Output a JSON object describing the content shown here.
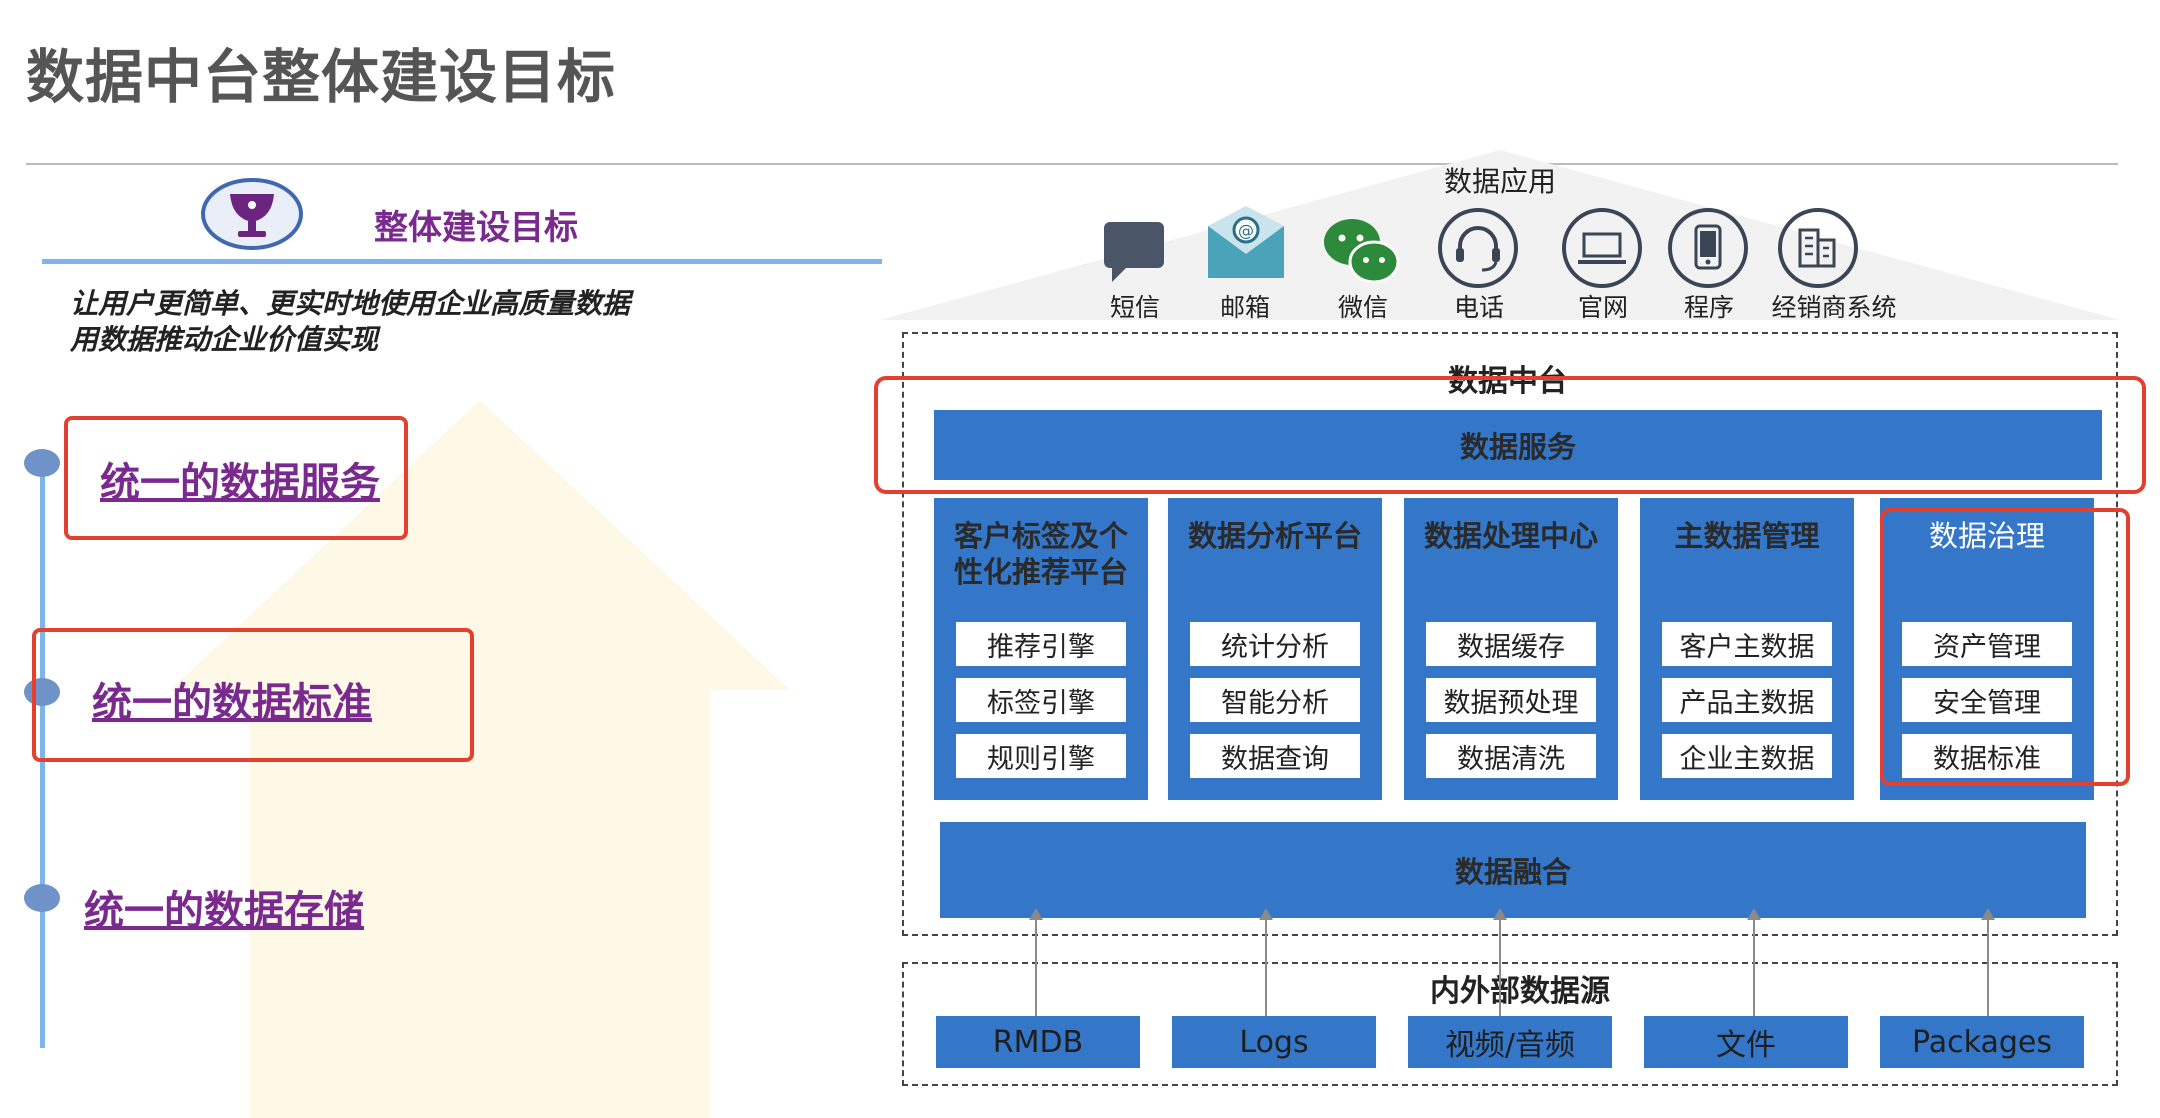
{
  "page_title": "数据中台整体建设目标",
  "goal": {
    "title": "整体建设目标",
    "lines": [
      "让用户更简单、更实时地使用企业高质量数据",
      "用数据推动企业价值实现"
    ]
  },
  "pillars": [
    {
      "label": "统一的数据服务"
    },
    {
      "label": "统一的数据标准"
    },
    {
      "label": "统一的数据存储"
    }
  ],
  "apps": {
    "title": "数据应用",
    "items": [
      {
        "label": "短信",
        "icon": "chat-bubble-icon"
      },
      {
        "label": "邮箱",
        "icon": "envelope-icon"
      },
      {
        "label": "微信",
        "icon": "wechat-icon"
      },
      {
        "label": "电话",
        "icon": "headset-icon"
      },
      {
        "label": "官网",
        "icon": "laptop-icon"
      },
      {
        "label": "程序",
        "icon": "mobile-icon"
      },
      {
        "label": "经销商系统",
        "icon": "building-icon"
      }
    ]
  },
  "platform": {
    "title": "数据中台",
    "service_bar": "数据服务",
    "modules": [
      {
        "title": "客户标签及个性化推荐平台",
        "items": [
          "推荐引擎",
          "标签引擎",
          "规则引擎"
        ]
      },
      {
        "title": "数据分析平台",
        "items": [
          "统计分析",
          "智能分析",
          "数据查询"
        ]
      },
      {
        "title": "数据处理中心",
        "items": [
          "数据缓存",
          "数据预处理",
          "数据清洗"
        ]
      },
      {
        "title": "主数据管理",
        "items": [
          "客户主数据",
          "产品主数据",
          "企业主数据"
        ]
      },
      {
        "title": "数据治理",
        "items": [
          "资产管理",
          "安全管理",
          "数据标准"
        ]
      }
    ],
    "fusion_bar": "数据融合"
  },
  "sources": {
    "title": "内外部数据源",
    "items": [
      "RMDB",
      "Logs",
      "视频/音频",
      "文件",
      "Packages"
    ]
  },
  "colors": {
    "primary_blue": "#3476c8",
    "highlight_red": "#e3402f",
    "accent_purple": "#7a2a8f",
    "line_blue": "#7fb4ea"
  }
}
